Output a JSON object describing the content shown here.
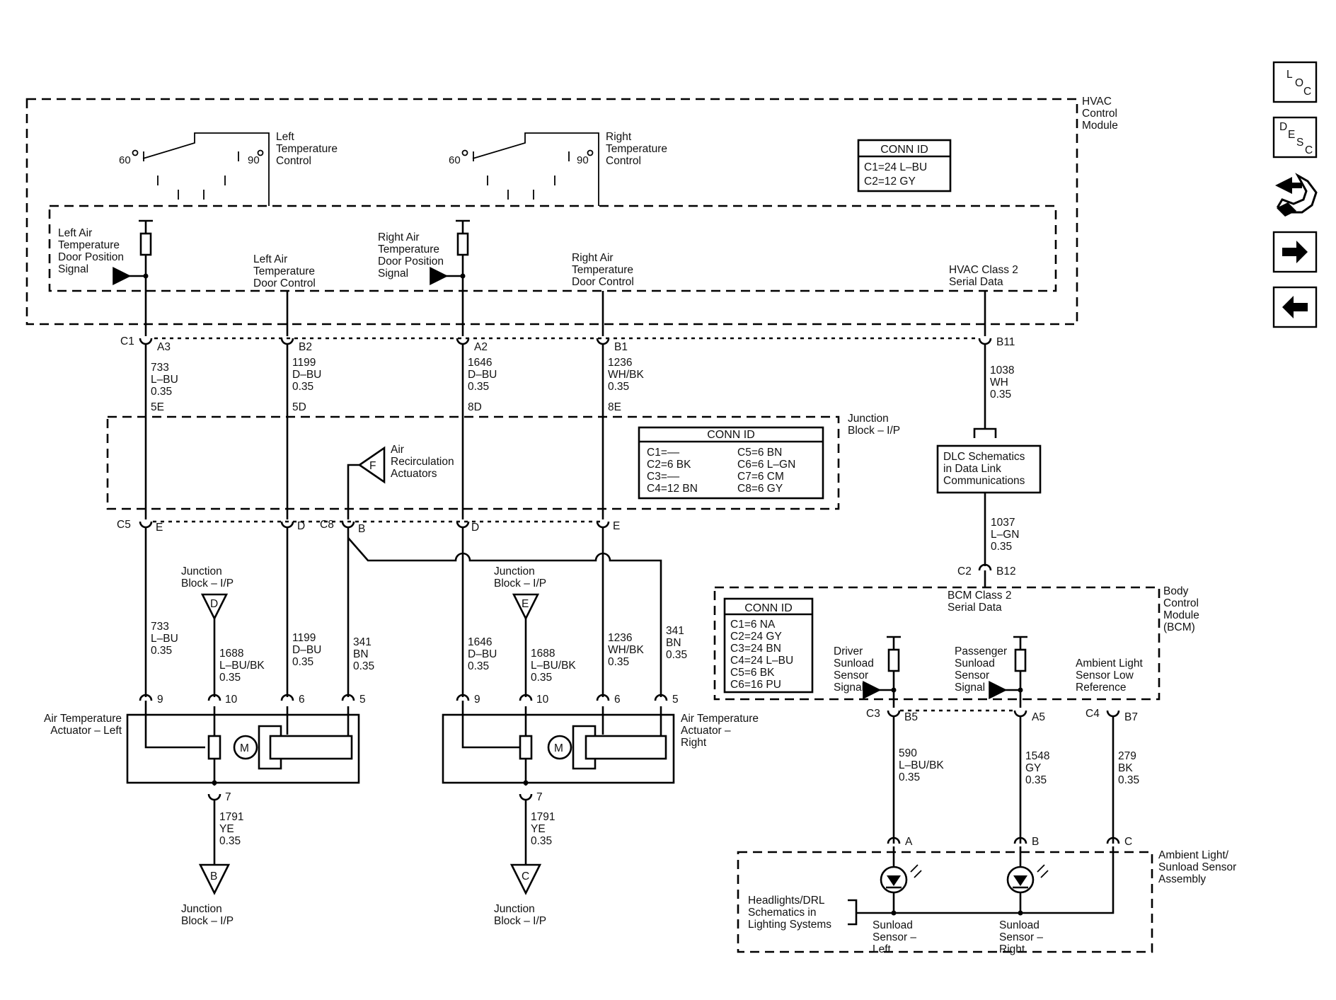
{
  "modules": {
    "hvac": {
      "label": [
        "HVAC",
        "Control",
        "Module"
      ]
    },
    "junction": {
      "label": [
        "Junction",
        "Block – I/P"
      ]
    },
    "bcm": {
      "label": [
        "Body",
        "Control",
        "Module",
        "(BCM)"
      ]
    },
    "sensor_assembly": {
      "label": [
        "Ambient Light/",
        "Sunload Sensor",
        "Assembly"
      ]
    }
  },
  "controls": {
    "left_temp": {
      "label": [
        "Left",
        "Temperature",
        "Control"
      ],
      "min": "60",
      "max": "90"
    },
    "right_temp": {
      "label": [
        "Right",
        "Temperature",
        "Control"
      ],
      "min": "60",
      "max": "90"
    }
  },
  "signals": {
    "left_door_pos": [
      "Left Air",
      "Temperature",
      "Door Position",
      "Signal"
    ],
    "left_door_ctrl": [
      "Left Air",
      "Temperature",
      "Door Control"
    ],
    "right_door_pos": [
      "Right Air",
      "Temperature",
      "Door Position",
      "Signal"
    ],
    "right_door_ctrl": [
      "Right Air",
      "Temperature",
      "Door Control"
    ],
    "hvac_serial": [
      "HVAC Class 2",
      "Serial Data"
    ],
    "bcm_serial": [
      "BCM Class 2",
      "Serial Data"
    ],
    "driver_sunload": [
      "Driver",
      "Sunload",
      "Sensor",
      "Signal"
    ],
    "pass_sunload": [
      "Passenger",
      "Sunload",
      "Sensor",
      "Signal"
    ],
    "ambient_ref": [
      "Ambient Light",
      "Sensor Low",
      "Reference"
    ]
  },
  "conn_tables": {
    "hvac": {
      "title": "CONN ID",
      "rows": [
        "C1=24 L–BU",
        "C2=12 GY"
      ]
    },
    "junction": {
      "title": "CONN ID",
      "left": [
        "C1=––",
        "C2=6 BK",
        "C3=––",
        "C4=12 BN"
      ],
      "right": [
        "C5=6 BN",
        "C6=6 L–GN",
        "C7=6 CM",
        "C8=6 GY"
      ]
    },
    "bcm": {
      "title": "CONN ID",
      "rows": [
        "C1=6 NA",
        "C2=24 GY",
        "C3=24 BN",
        "C4=24 L–BU",
        "C5=6 BK",
        "C6=16 PU"
      ]
    }
  },
  "connectors": {
    "c1": "C1",
    "a3": "A3",
    "b2": "B2",
    "a2": "A2",
    "b1": "B1",
    "b11": "B11",
    "c5": "C5",
    "e1": "E",
    "d1": "D",
    "c8": "C8",
    "b": "B",
    "d2": "D",
    "e2": "E",
    "c2": "C2",
    "b12": "B12",
    "c3": "C3",
    "b5": "B5",
    "a5": "A5",
    "c4": "C4",
    "b7": "B7",
    "p9a": "9",
    "p10a": "10",
    "p6a": "6",
    "p5a": "5",
    "p7a": "7",
    "p9b": "9",
    "p10b": "10",
    "p6b": "6",
    "p5b": "5",
    "p7b": "7",
    "sa": "A",
    "sb": "B",
    "sc": "C"
  },
  "splices": {
    "s5e": "5E",
    "s5d": "5D",
    "s8d": "8D",
    "s8e": "8E"
  },
  "wires": {
    "w733a": [
      "733",
      "L–BU",
      "0.35"
    ],
    "w1199a": [
      "1199",
      "D–BU",
      "0.35"
    ],
    "w1646a": [
      "1646",
      "D–BU",
      "0.35"
    ],
    "w1236a": [
      "1236",
      "WH/BK",
      "0.35"
    ],
    "w1038": [
      "1038",
      "WH",
      "0.35"
    ],
    "w1037": [
      "1037",
      "L–GN",
      "0.35"
    ],
    "w733b": [
      "733",
      "L–BU",
      "0.35"
    ],
    "w1688a": [
      "1688",
      "L–BU/BK",
      "0.35"
    ],
    "w1199b": [
      "1199",
      "D–BU",
      "0.35"
    ],
    "w341a": [
      "341",
      "BN",
      "0.35"
    ],
    "w1646b": [
      "1646",
      "D–BU",
      "0.35"
    ],
    "w1688b": [
      "1688",
      "L–BU/BK",
      "0.35"
    ],
    "w1236b": [
      "1236",
      "WH/BK",
      "0.35"
    ],
    "w341b": [
      "341",
      "BN",
      "0.35"
    ],
    "w1791a": [
      "1791",
      "YE",
      "0.35"
    ],
    "w1791b": [
      "1791",
      "YE",
      "0.35"
    ],
    "w590": [
      "590",
      "L–BU/BK",
      "0.35"
    ],
    "w1548": [
      "1548",
      "GY",
      "0.35"
    ],
    "w279": [
      "279",
      "BK",
      "0.35"
    ]
  },
  "components": {
    "air_recirc": {
      "letter": "F",
      "label": [
        "Air",
        "Recirculation",
        "Actuators"
      ]
    },
    "dlc": {
      "label": [
        "DLC Schematics",
        "in Data Link",
        "Communications"
      ]
    },
    "jb_d": {
      "letter": "D",
      "label": [
        "Junction",
        "Block – I/P"
      ]
    },
    "jb_e": {
      "letter": "E",
      "label": [
        "Junction",
        "Block – I/P"
      ]
    },
    "jb_b": {
      "letter": "B",
      "label": [
        "Junction",
        "Block – I/P"
      ]
    },
    "jb_c": {
      "letter": "C",
      "label": [
        "Junction",
        "Block – I/P"
      ]
    },
    "act_left": {
      "label": [
        "Air Temperature",
        "Actuator – Left"
      ],
      "motor": "M"
    },
    "act_right": {
      "label": [
        "Air Temperature",
        "Actuator –",
        "Right"
      ],
      "motor": "M"
    },
    "headlights": {
      "label": [
        "Headlights/DRL",
        "Schematics in",
        "Lighting Systems"
      ]
    },
    "sensor_left": {
      "label": [
        "Sunload",
        "Sensor –",
        "Left"
      ]
    },
    "sensor_right": {
      "label": [
        "Sunload",
        "Sensor –",
        "Right"
      ]
    }
  },
  "nav": {
    "loc": [
      "L",
      "O",
      "C"
    ],
    "desc": [
      "D",
      "E",
      "S",
      "C"
    ]
  }
}
